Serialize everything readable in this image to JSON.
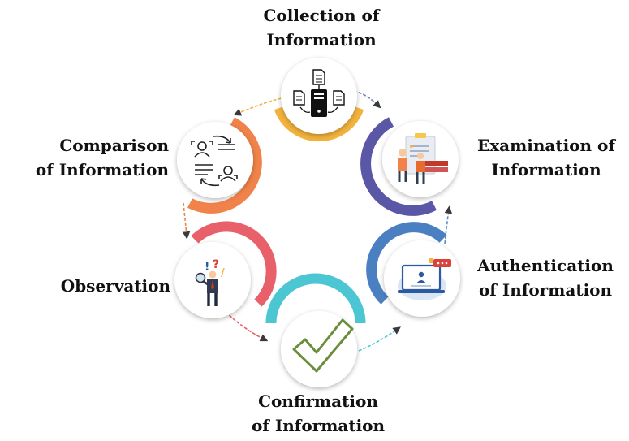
{
  "steps": [
    {
      "id": "collection",
      "line1": "Collection of",
      "line2": "Information",
      "color": "#f2b33d",
      "icon": "server-documents-icon"
    },
    {
      "id": "examination",
      "line1": "Examination of",
      "line2": "Information",
      "color": "#5a57a6",
      "icon": "clipboard-person-icon"
    },
    {
      "id": "authentication",
      "line1": "Authentication",
      "line2": "of Information",
      "color": "#4a7fc1",
      "icon": "laptop-login-icon"
    },
    {
      "id": "confirmation",
      "line1": "Confirmation",
      "line2": "of Information",
      "color": "#4cc6d3",
      "icon": "checkmark-icon"
    },
    {
      "id": "observation",
      "line1": "Observation",
      "line2": "",
      "color": "#e8606a",
      "icon": "person-magnifier-icon"
    },
    {
      "id": "comparison",
      "line1": "Comparison",
      "line2": "of Information",
      "color": "#f0824a",
      "icon": "people-compare-icon"
    }
  ]
}
